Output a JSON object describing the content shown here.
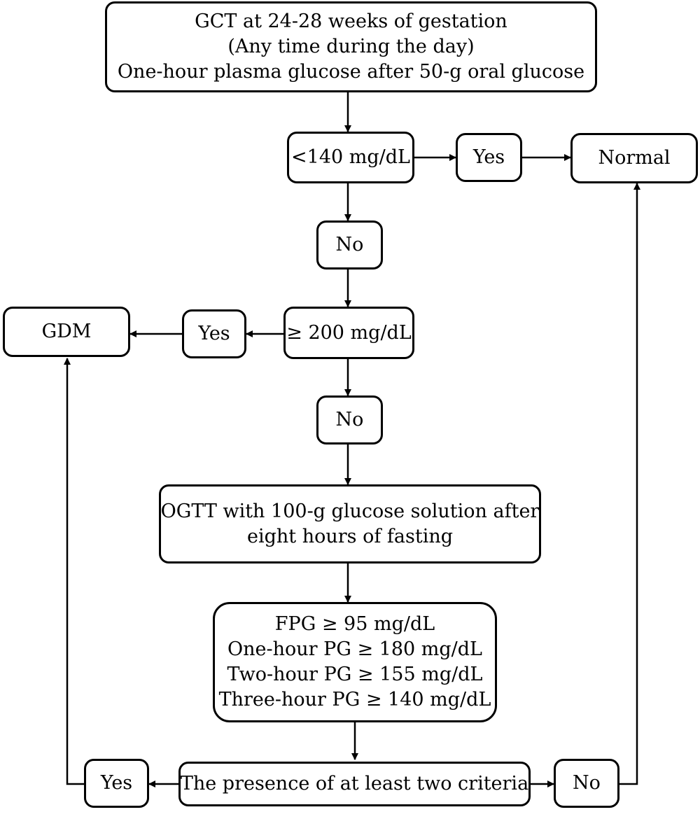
{
  "nodes": {
    "gct": {
      "lines": [
        "GCT at 24-28 weeks of gestation",
        "(Any time during the day)",
        "One-hour plasma glucose after 50-g oral glucose"
      ]
    },
    "lt140": {
      "label": "<140 mg/dL"
    },
    "yes_top": {
      "label": "Yes"
    },
    "normal": {
      "label": "Normal"
    },
    "no_1": {
      "label": "No"
    },
    "ge200": {
      "label": "≥ 200 mg/dL"
    },
    "yes_mid": {
      "label": "Yes"
    },
    "gdm": {
      "label": "GDM"
    },
    "no_2": {
      "label": "No"
    },
    "ogtt": {
      "lines": [
        "OGTT with 100-g glucose solution after",
        "eight hours of fasting"
      ]
    },
    "criteria": {
      "lines": [
        "FPG ≥ 95 mg/dL",
        "One-hour PG ≥ 180 mg/dL",
        "Two-hour PG ≥ 155 mg/dL",
        "Three-hour PG ≥ 140 mg/dL"
      ]
    },
    "presence": {
      "label": "The presence of at least two criteria"
    },
    "yes_bottom": {
      "label": "Yes"
    },
    "no_bottom": {
      "label": "No"
    }
  },
  "colors": {
    "stroke": "#000000",
    "background": "#ffffff"
  }
}
